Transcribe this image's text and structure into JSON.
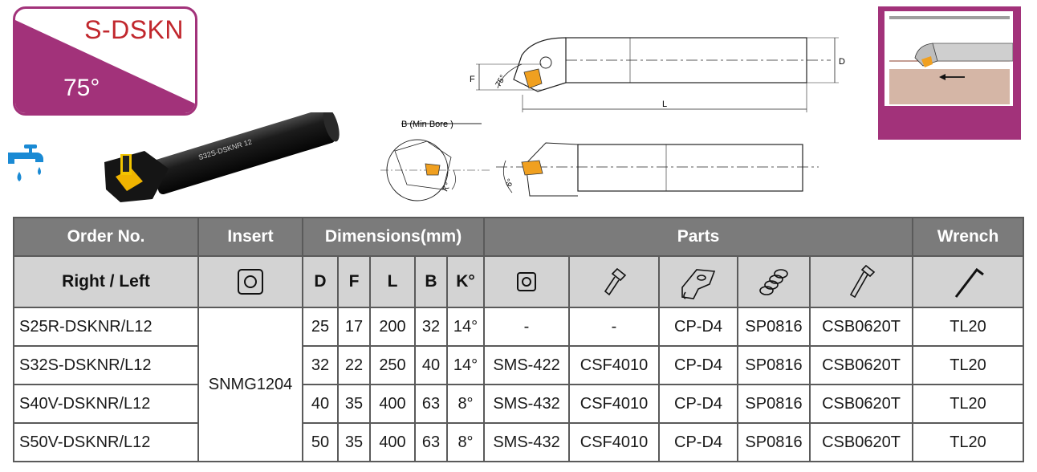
{
  "badge": {
    "code": "S-DSKN",
    "angle": "75°"
  },
  "icons": {
    "coolant": "coolant-tap-icon"
  },
  "product_photo": {
    "engraving": "S32S-DSKNR 12"
  },
  "diagram": {
    "label_F": "F",
    "label_D": "D",
    "label_L": "L",
    "label_angle": "75°",
    "label_B": "B (Min Bore   )",
    "label_K": "K°",
    "label_6": "6°"
  },
  "colors": {
    "brand": "#a2327a",
    "header_dark": "#7b7b7b",
    "header_light": "#d3d3d3",
    "insert": "#f0a020"
  },
  "table": {
    "headers": {
      "order_no": "Order No.",
      "insert": "Insert",
      "dimensions": "Dimensions(mm)",
      "parts": "Parts",
      "wrench": "Wrench",
      "right_left": "Right / Left",
      "D": "D",
      "F": "F",
      "L": "L",
      "B": "B",
      "K": "K°"
    },
    "part_icons": [
      "square-shim-icon",
      "countersunk-screw-icon",
      "clamp-icon",
      "spring-icon",
      "clamp-screw-icon",
      "hex-wrench-icon"
    ],
    "insert_name": "SNMG1204",
    "rows": [
      {
        "order": "S25R-DSKNR/L12",
        "D": "25",
        "F": "17",
        "L": "200",
        "B": "32",
        "K": "14°",
        "shim": "-",
        "shim_screw": "-",
        "clamp": "CP-D4",
        "spring": "SP0816",
        "screw": "CSB0620T",
        "wrench": "TL20"
      },
      {
        "order": "S32S-DSKNR/L12",
        "D": "32",
        "F": "22",
        "L": "250",
        "B": "40",
        "K": "14°",
        "shim": "SMS-422",
        "shim_screw": "CSF4010",
        "clamp": "CP-D4",
        "spring": "SP0816",
        "screw": "CSB0620T",
        "wrench": "TL20"
      },
      {
        "order": "S40V-DSKNR/L12",
        "D": "40",
        "F": "35",
        "L": "400",
        "B": "63",
        "K": "8°",
        "shim": "SMS-432",
        "shim_screw": "CSF4010",
        "clamp": "CP-D4",
        "spring": "SP0816",
        "screw": "CSB0620T",
        "wrench": "TL20"
      },
      {
        "order": "S50V-DSKNR/L12",
        "D": "50",
        "F": "35",
        "L": "400",
        "B": "63",
        "K": "8°",
        "shim": "SMS-432",
        "shim_screw": "CSF4010",
        "clamp": "CP-D4",
        "spring": "SP0816",
        "screw": "CSB0620T",
        "wrench": "TL20"
      }
    ]
  }
}
